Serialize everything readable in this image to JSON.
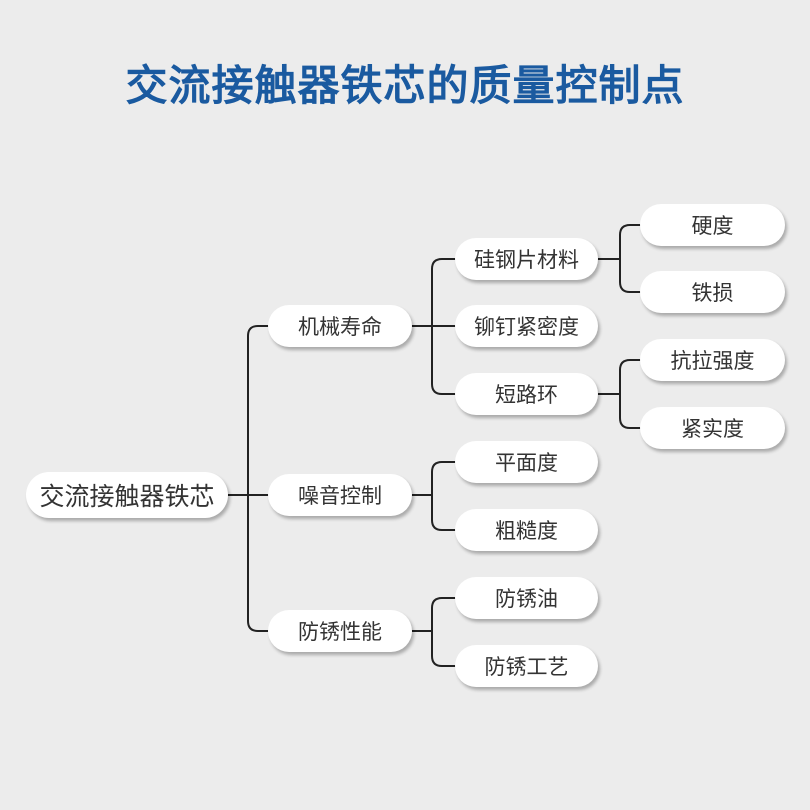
{
  "title": "交流接触器铁芯的质量控制点",
  "tree": {
    "root": "交流接触器铁芯",
    "branches": [
      {
        "label": "机械寿命",
        "children": [
          {
            "label": "硅钢片材料",
            "children": [
              "硬度",
              "铁损"
            ]
          },
          {
            "label": "铆钉紧密度",
            "children": []
          },
          {
            "label": "短路环",
            "children": [
              "抗拉强度",
              "紧实度"
            ]
          }
        ]
      },
      {
        "label": "噪音控制",
        "children": [
          {
            "label": "平面度",
            "children": []
          },
          {
            "label": "粗糙度",
            "children": []
          }
        ]
      },
      {
        "label": "防锈性能",
        "children": [
          {
            "label": "防锈油",
            "children": []
          },
          {
            "label": "防锈工艺",
            "children": []
          }
        ]
      }
    ]
  },
  "colors": {
    "title": "#1a5aa0",
    "background": "#ececec",
    "node": "#ffffff",
    "text": "#333333",
    "connector": "#222222"
  }
}
